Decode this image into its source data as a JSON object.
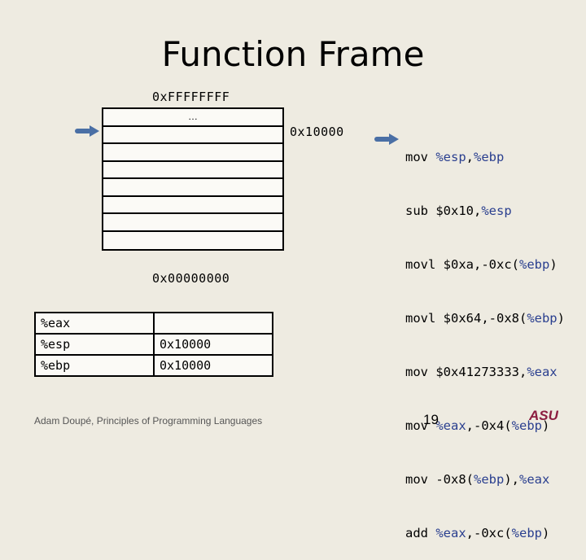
{
  "slide": {
    "title": "Function Frame",
    "stack_top_address": "0xFFFFFFFF",
    "stack_bottom_address": "0x00000000",
    "stack_cells": [
      "…",
      "",
      "",
      "",
      "",
      "",
      "",
      ""
    ],
    "frame_address_label": "0x10000",
    "code_lines": [
      "mov %esp,%ebp",
      "sub $0x10,%esp",
      "movl $0xa,-0xc(%ebp)",
      "movl $0x64,-0x8(%ebp)",
      "mov $0x41273333,%eax",
      "mov %eax,-0x4(%ebp)",
      "mov -0x8(%ebp),%eax",
      "add %eax,-0xc(%ebp)"
    ],
    "registers": [
      {
        "name": "%eax",
        "value": ""
      },
      {
        "name": "%esp",
        "value": "0x10000"
      },
      {
        "name": "%ebp",
        "value": "0x10000"
      }
    ],
    "footer": "Adam Doupé, Principles of Programming Languages",
    "page_number": "19",
    "logo_text": "ASU",
    "arrow_color": "#4a6fa5",
    "logo_color": "#8c1d40"
  }
}
